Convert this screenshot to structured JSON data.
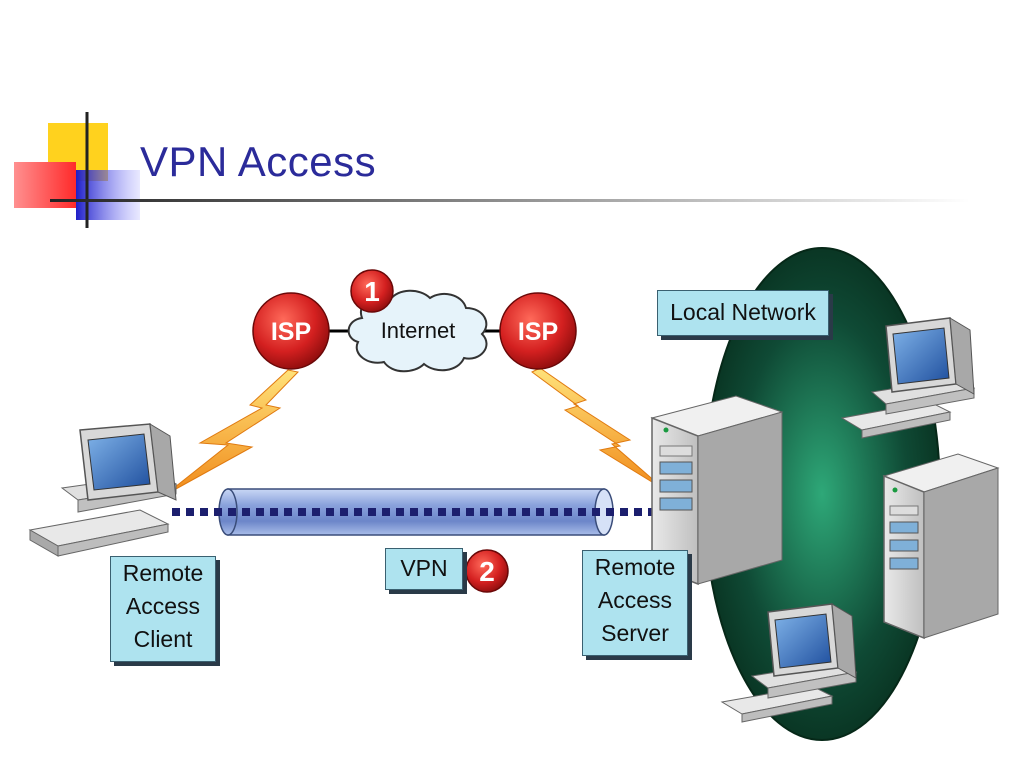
{
  "slide": {
    "title": "VPN Access"
  },
  "diagram": {
    "internet_label": "Internet",
    "isp_left_label": "ISP",
    "isp_right_label": "ISP",
    "step1_badge": "1",
    "step2_badge": "2",
    "vpn_label": "VPN",
    "local_network_label": "Local Network",
    "remote_client_lines": [
      "Remote",
      "Access",
      "Client"
    ],
    "remote_server_lines": [
      "Remote",
      "Access",
      "Server"
    ]
  },
  "colors": {
    "title": "#2b2b9a",
    "isp_fill": "#d42020",
    "label_box_fill": "#aee3ef",
    "network_oval": "#1f7a55",
    "vpn_tunnel": "#8ea7e0",
    "vpn_dots": "#1c1f6e",
    "lightning": "#f5a623"
  }
}
